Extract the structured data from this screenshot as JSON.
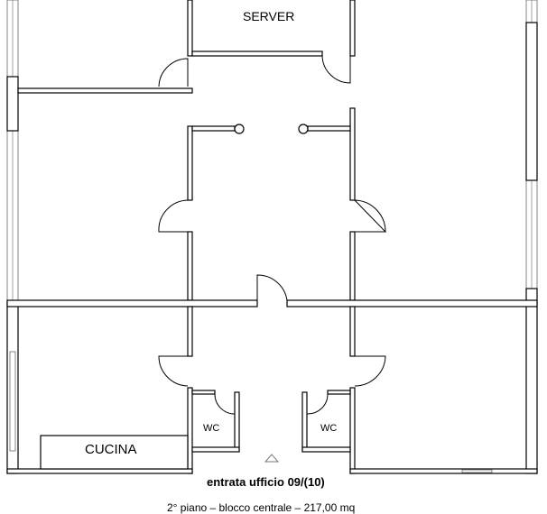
{
  "rooms": {
    "server": "SERVER",
    "kitchen": "CUCINA",
    "wc_left": "WC",
    "wc_right": "WC"
  },
  "entrance_label": "entrata ufficio 09/(10)",
  "footer": "2° piano – blocco centrale – 217,00 mq",
  "entrance_icon": "triangle-up-icon"
}
